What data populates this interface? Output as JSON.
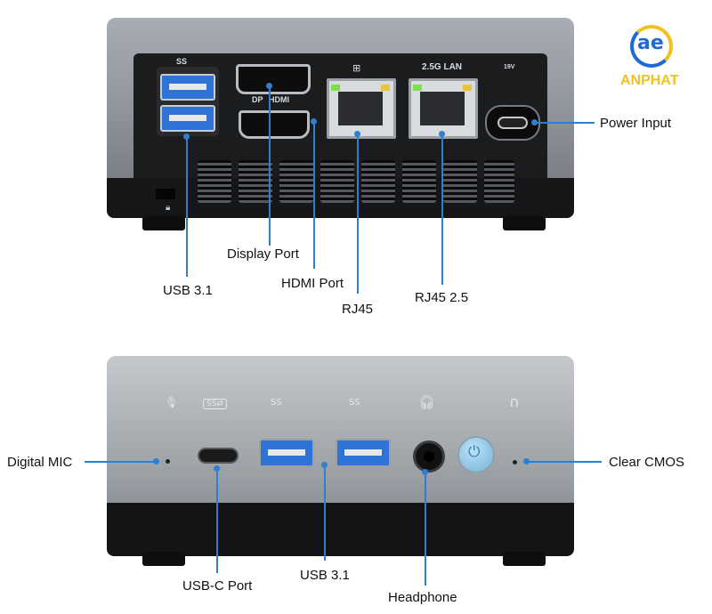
{
  "brand": {
    "name": "ANPHAT",
    "primary_color": "#f1c21b",
    "secondary_color": "#1f6bd1"
  },
  "top_device": {
    "view": "rear",
    "port_marks": {
      "usb_ss": "SS",
      "dp": "DP",
      "hdmi": "HDMI",
      "lan_25": "2.5G LAN",
      "power_rating": "19V"
    },
    "callouts": {
      "usb": "USB 3.1",
      "display_port": "Display Port",
      "hdmi": "HDMI Port",
      "rj45": "RJ45",
      "rj45_25": "RJ45 2.5",
      "power": "Power Input"
    }
  },
  "bottom_device": {
    "view": "front",
    "port_marks": {
      "usb_ss_1": "SS",
      "usb_ss_2": "SS"
    },
    "callouts": {
      "mic": "Digital MIC",
      "usb_c": "USB-C Port",
      "usb": "USB 3.1",
      "headphone": "Headphone",
      "cmos": "Clear CMOS"
    }
  },
  "colors": {
    "callout_line": "#2f7fd1",
    "usb_blue": "#2f73d6",
    "led_green": "#7be04a",
    "led_amber": "#e8c43a"
  },
  "icons": [
    "microphone-icon",
    "usb-c-icon",
    "usb-ss-icon",
    "headphone-icon",
    "cmos-icon",
    "power-icon",
    "lock-icon",
    "network-icon"
  ]
}
